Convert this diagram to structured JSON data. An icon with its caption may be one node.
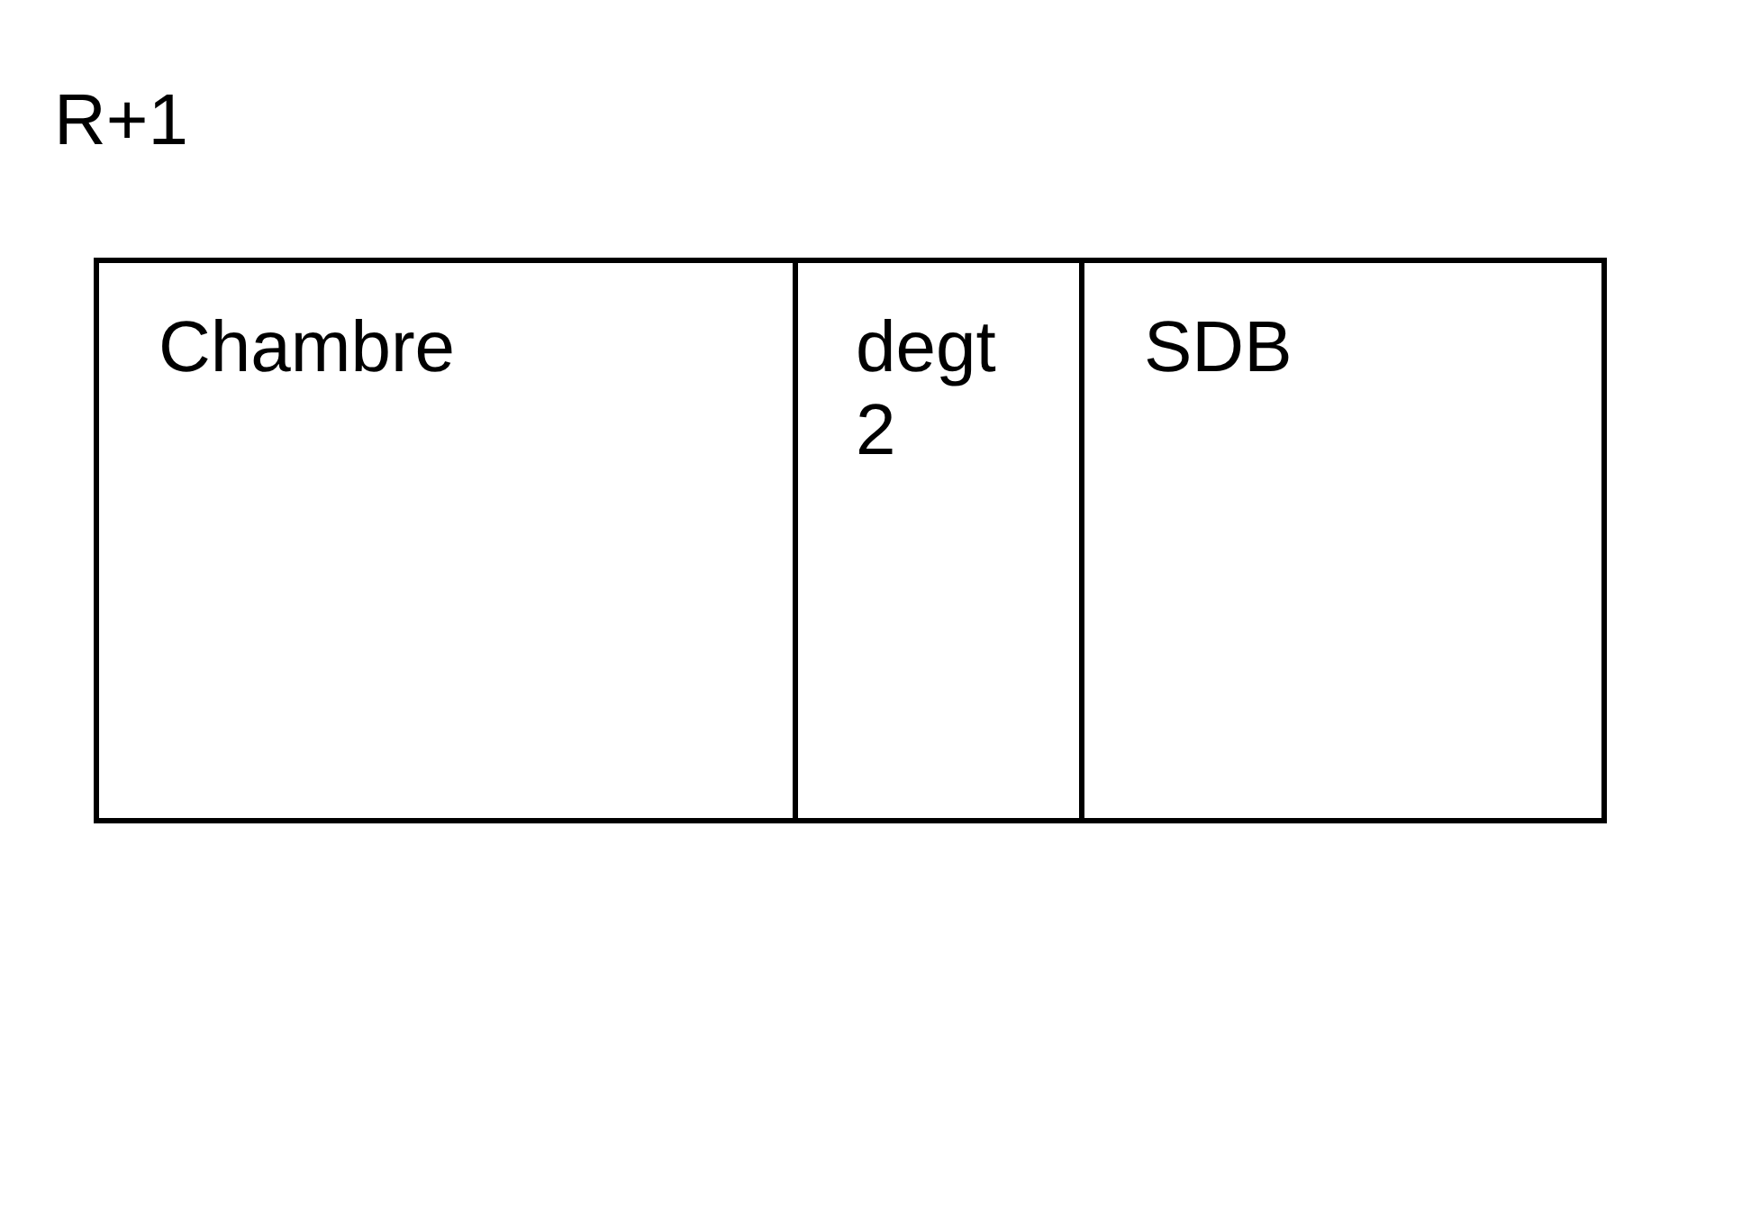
{
  "diagram": {
    "title": "R+1",
    "nodes": [
      {
        "text": [
          "Chambre"
        ]
      },
      {
        "text": [
          "degt 2"
        ]
      },
      {
        "text": [
          "SDB"
        ]
      }
    ]
  }
}
